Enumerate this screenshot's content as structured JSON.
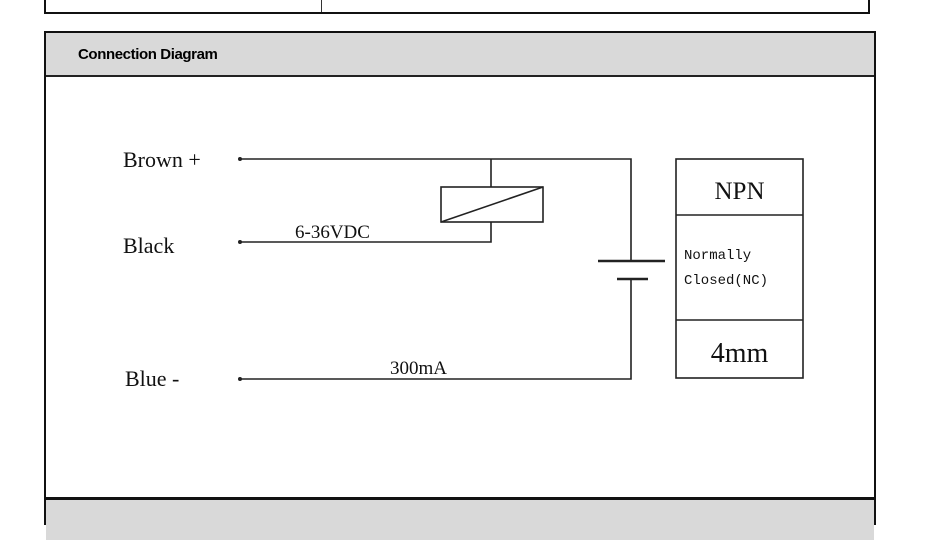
{
  "section_title": "Connection Diagram",
  "wires": {
    "brown": "Brown +",
    "black": "Black",
    "blue": "Blue -"
  },
  "voltage": "6-36VDC",
  "current": "300mA",
  "spec_box": {
    "type": "NPN",
    "mode": "Normally Closed(NC)",
    "mode_line1": "Normally",
    "mode_line2": "Closed(NC)",
    "distance": "4mm"
  }
}
